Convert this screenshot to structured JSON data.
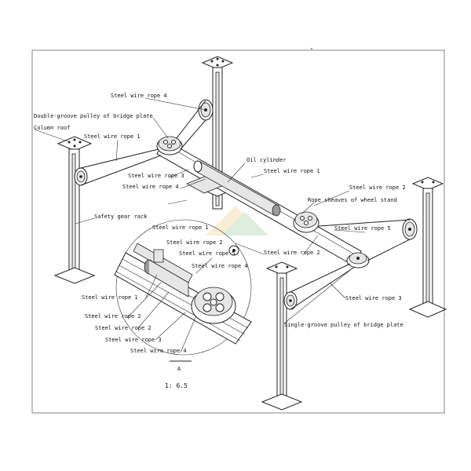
{
  "labels": {
    "rope4_top": "Steel wire rope 4",
    "double_groove": "Double-groove pulley of bridge plate",
    "column_roof": "Column roof",
    "rope1_left": "Steel wire rope 1",
    "oil_cylinder": "Oil cylinder",
    "rope1_mid": "Steel wire rope 1",
    "rope3_mid": "Steel wire rope 3",
    "rope4_mid": "Steel wire rope 4",
    "rope2_right": "Steel wire rope 2",
    "rope_sheaves": "Rope sheaves of wheel stand",
    "safety_gear": "Safety gear rack",
    "rope1_detail": "Steel wire rope 1",
    "rope5_right": "Steel wire rope 5",
    "rope2_detail": "Steel wire rope 2",
    "rope5_detail": "Steel wire rope 5",
    "rope2_center": "Steel wire rope 2",
    "rope4_detail": "Steel wire rope 4",
    "rope1_lower": "Steel wire rope 1",
    "rope3_right": "Steel wire rope 3",
    "rope2_lower_a": "Steel wire rope 2",
    "rope2_lower_b": "Steel wire rope 2",
    "rope3_lower": "Steel wire rope 3",
    "rope4_lower": "Steel wire rope 4",
    "single_groove": "Single-groove pulley of bridge plate",
    "view_letter": "A",
    "scale": "1: 6.5"
  }
}
